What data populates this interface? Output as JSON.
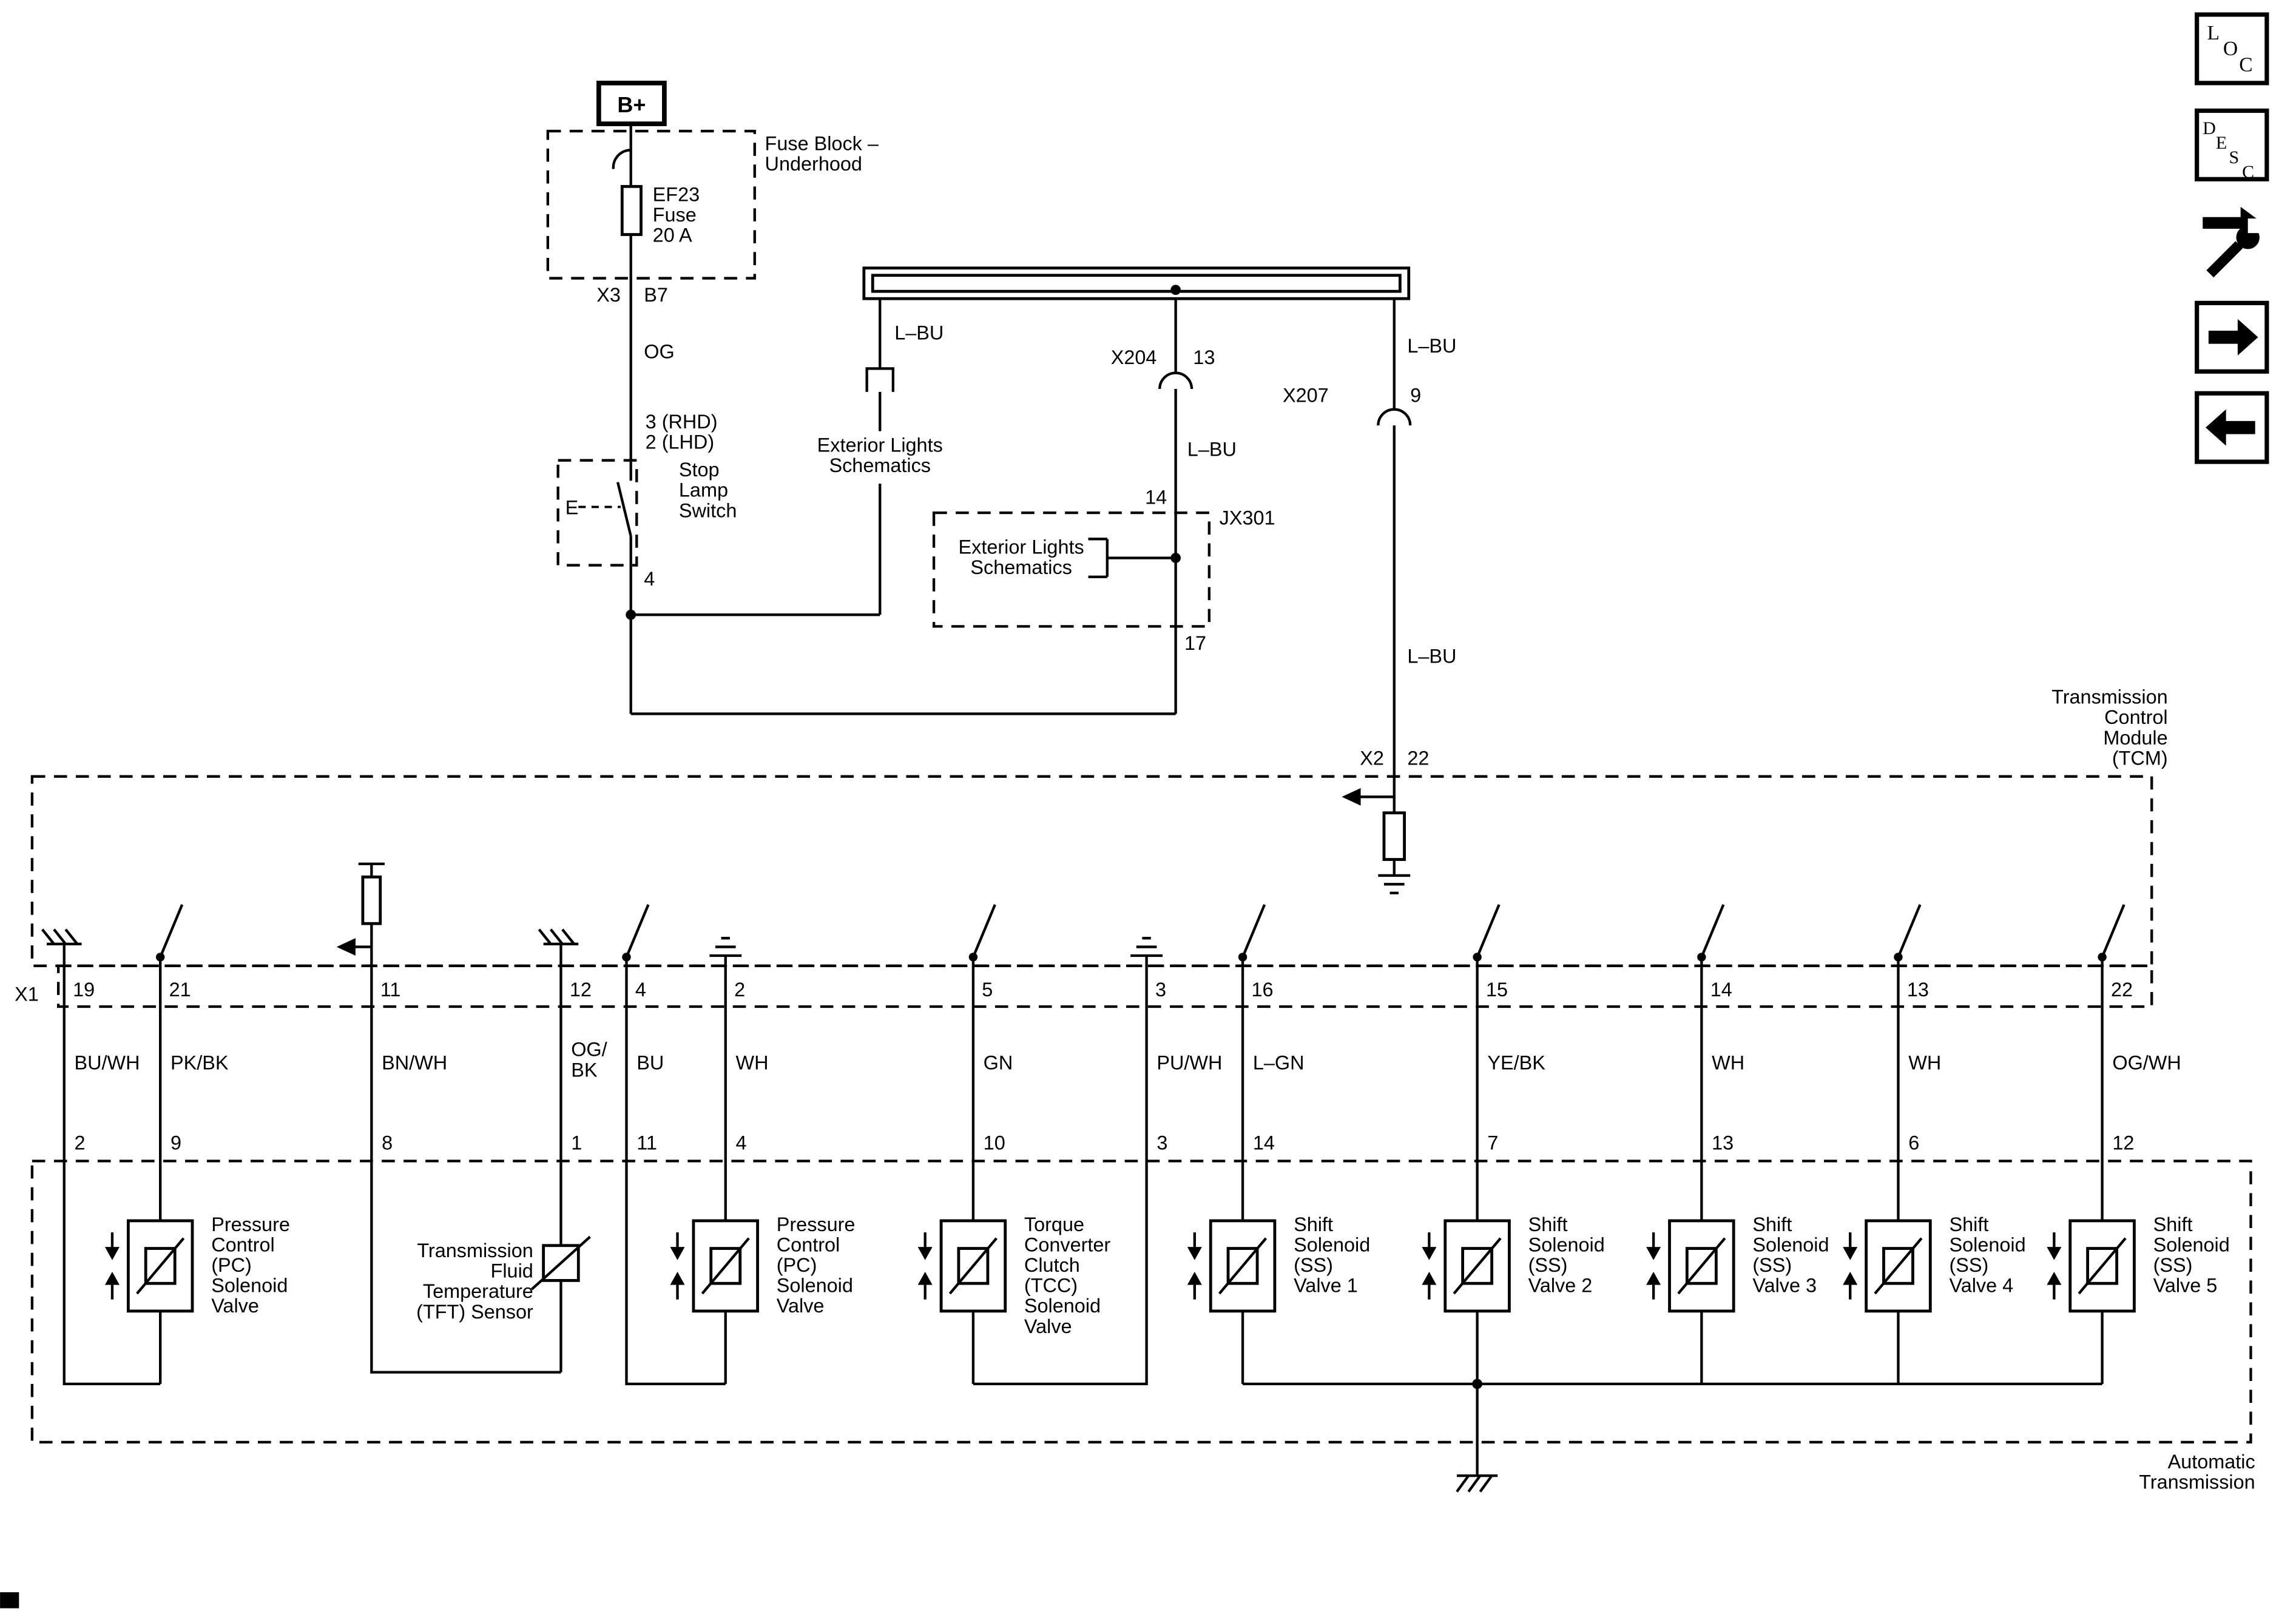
{
  "toolbar": {
    "loc": [
      "L",
      "O",
      "C"
    ],
    "desc": [
      "D",
      "E",
      "S",
      "C"
    ]
  },
  "power": {
    "battery": "B+",
    "fuse_block_label": [
      "Fuse Block –",
      "Underhood"
    ],
    "fuse_label": [
      "EF23",
      "Fuse",
      "20 A"
    ],
    "connector": "X3",
    "pin": "B7",
    "wire_color": "OG"
  },
  "stop_lamp_switch": {
    "pin_rhd": "3 (RHD)",
    "pin_lhd": "2 (LHD)",
    "label": [
      "Stop",
      "Lamp",
      "Switch"
    ],
    "mech": "E",
    "out_pin": "4"
  },
  "exterior_left": {
    "wire_color": "L–BU",
    "label": [
      "Exterior Lights",
      "Schematics"
    ]
  },
  "branch_x204": {
    "connector": "X204",
    "pin_top": "13",
    "wire_color": "L–BU",
    "pin_in": "14",
    "junction": "JX301",
    "box_label": [
      "Exterior Lights",
      "Schematics"
    ],
    "pin_out": "17"
  },
  "branch_x207": {
    "wire_color_top": "L–BU",
    "connector": "X207",
    "pin": "9",
    "wire_color_bottom": "L–BU",
    "tcm_connector": "X2",
    "tcm_pin": "22"
  },
  "tcm": {
    "label": [
      "Transmission",
      "Control",
      "Module",
      "(TCM)"
    ],
    "connector_label": "X1"
  },
  "circuits": [
    {
      "tcm_pin": "19",
      "color": "BU/WH",
      "trans_pin": "2"
    },
    {
      "tcm_pin": "21",
      "color": "PK/BK",
      "trans_pin": "9"
    },
    {
      "tcm_pin": "11",
      "color": "BN/WH",
      "trans_pin": "8"
    },
    {
      "tcm_pin": "12",
      "color": "OG/",
      "color2": "BK",
      "trans_pin": "1"
    },
    {
      "tcm_pin": "4",
      "color": "BU",
      "trans_pin": "11"
    },
    {
      "tcm_pin": "2",
      "color": "WH",
      "trans_pin": "4"
    },
    {
      "tcm_pin": "5",
      "color": "GN",
      "trans_pin": "10"
    },
    {
      "tcm_pin": "3",
      "color": "PU/WH",
      "trans_pin": "3"
    },
    {
      "tcm_pin": "16",
      "color": "L–GN",
      "trans_pin": "14"
    },
    {
      "tcm_pin": "15",
      "color": "YE/BK",
      "trans_pin": "7"
    },
    {
      "tcm_pin": "14",
      "color": "WH",
      "trans_pin": "13"
    },
    {
      "tcm_pin": "13",
      "color": "WH",
      "trans_pin": "6"
    },
    {
      "tcm_pin": "22",
      "color": "OG/WH",
      "trans_pin": "12"
    }
  ],
  "components": {
    "pc1": [
      "Pressure",
      "Control",
      "(PC)",
      "Solenoid",
      "Valve"
    ],
    "tft": [
      "Transmission",
      "Fluid",
      "Temperature",
      "(TFT) Sensor"
    ],
    "pc2": [
      "Pressure",
      "Control",
      "(PC)",
      "Solenoid",
      "Valve"
    ],
    "tcc": [
      "Torque",
      "Converter",
      "Clutch",
      "(TCC)",
      "Solenoid",
      "Valve"
    ],
    "ss1": [
      "Shift",
      "Solenoid",
      "(SS)",
      "Valve 1"
    ],
    "ss2": [
      "Shift",
      "Solenoid",
      "(SS)",
      "Valve 2"
    ],
    "ss3": [
      "Shift",
      "Solenoid",
      "(SS)",
      "Valve 3"
    ],
    "ss4": [
      "Shift",
      "Solenoid",
      "(SS)",
      "Valve 4"
    ],
    "ss5": [
      "Shift",
      "Solenoid",
      "(SS)",
      "Valve 5"
    ]
  },
  "transmission": {
    "label": [
      "Automatic",
      "Transmission"
    ]
  }
}
